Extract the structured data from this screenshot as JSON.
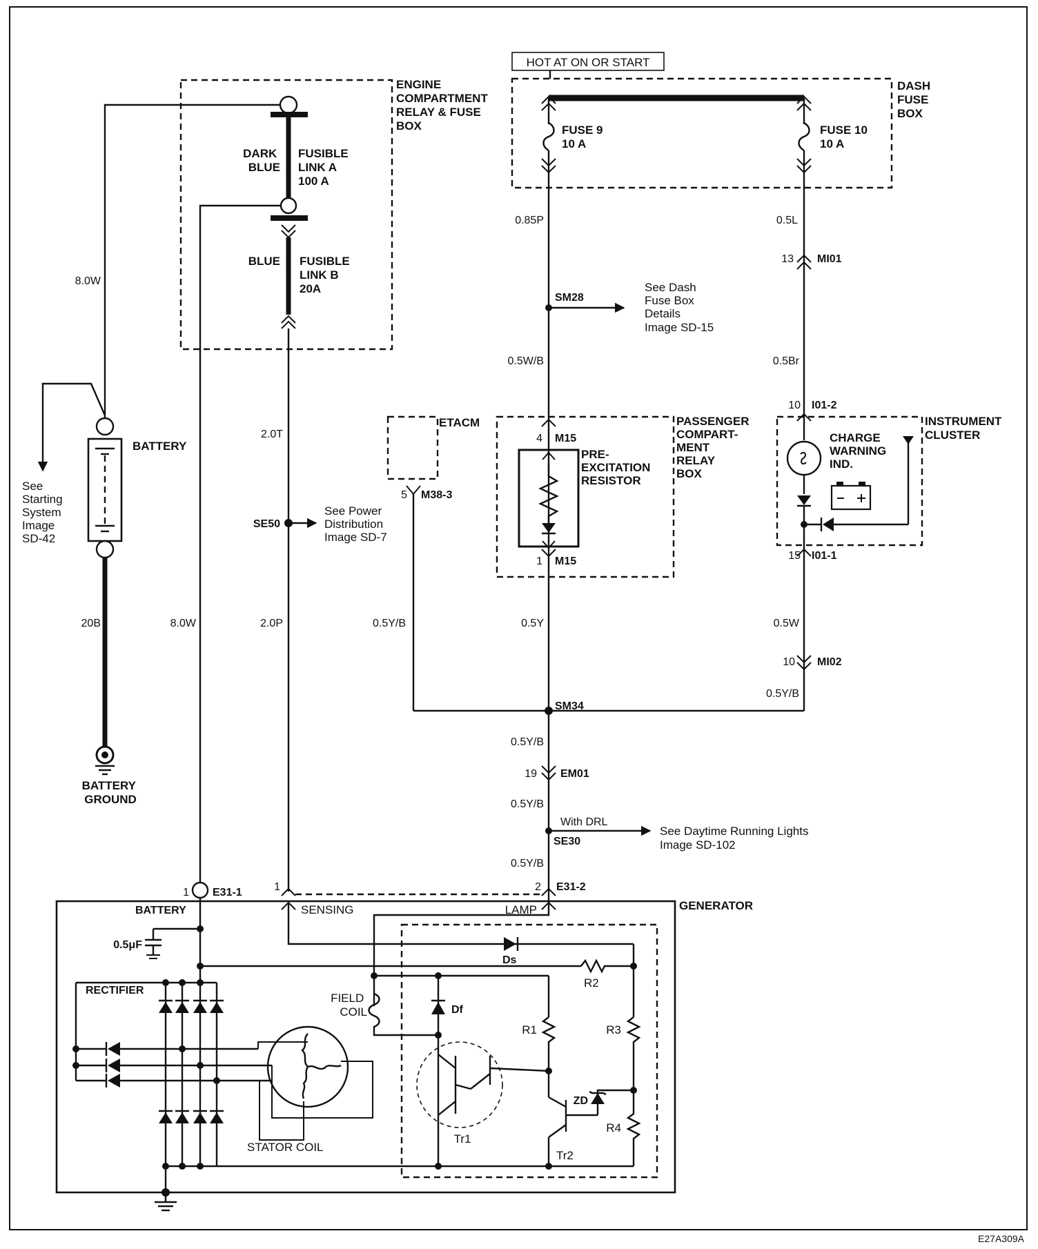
{
  "boxes": {
    "engine_box": [
      "ENGINE",
      "COMPARTMENT",
      "RELAY & FUSE",
      "BOX"
    ],
    "dash_fuse_box": [
      "DASH",
      "FUSE",
      "BOX"
    ],
    "passenger_box": [
      "PASSENGER",
      "COMPART-",
      "MENT",
      "RELAY",
      "BOX"
    ],
    "instrument_cluster": [
      "INSTRUMENT",
      "CLUSTER"
    ],
    "etacm": "ETACM",
    "generator": "GENERATOR"
  },
  "hot_label": "HOT AT ON OR START",
  "fuses": {
    "fuse9": [
      "FUSE 9",
      "10 A"
    ],
    "fuse10": [
      "FUSE 10",
      "10 A"
    ]
  },
  "fusible_links": {
    "a_color": [
      "DARK",
      "BLUE"
    ],
    "a_label": [
      "FUSIBLE",
      "LINK A",
      "100 A"
    ],
    "b_color": "BLUE",
    "b_label": [
      "FUSIBLE",
      "LINK B",
      "20A"
    ]
  },
  "battery": {
    "label": "BATTERY",
    "ground": [
      "BATTERY",
      "GROUND"
    ],
    "see_starting": [
      "See",
      "Starting",
      "System",
      "Image",
      "SD-42"
    ]
  },
  "wires": {
    "w_8ow_top": "8.0W",
    "w_20b": "20B",
    "w_8ow_bottom": "8.0W",
    "w_2ot": "2.0T",
    "w_2op": "2.0P",
    "w_085p": "0.85P",
    "w_05wb": "0.5W/B",
    "w_05yb_left": "0.5Y/B",
    "w_05y": "0.5Y",
    "w_05l": "0.5L",
    "w_05br": "0.5Br",
    "w_05w": "0.5W",
    "w_05yb_right": "0.5Y/B",
    "w_05yb_a": "0.5Y/B",
    "w_05yb_b": "0.5Y/B",
    "w_05yb_c": "0.5Y/B"
  },
  "splices": {
    "se50": "SE50",
    "sm28": "SM28",
    "sm34": "SM34",
    "se30": "SE30"
  },
  "references": {
    "power_dist": [
      "See Power",
      "Distribution",
      "Image   SD-7"
    ],
    "dash_fuse": [
      "See Dash",
      "Fuse Box",
      "Details",
      "Image   SD-15"
    ],
    "drl_condition": "With DRL",
    "drl": [
      "See Daytime Running Lights",
      "Image   SD-102"
    ]
  },
  "connectors": {
    "m15_top": {
      "pin": "4",
      "name": "M15"
    },
    "m15_bot": {
      "pin": "1",
      "name": "M15"
    },
    "m38": {
      "pin": "5",
      "name": "M38-3"
    },
    "mi01": {
      "pin": "13",
      "name": "MI01"
    },
    "i01_2": {
      "pin": "10",
      "name": "I01-2"
    },
    "i01_1": {
      "pin": "15",
      "name": "I01-1"
    },
    "mi02": {
      "pin": "10",
      "name": "MI02"
    },
    "em01": {
      "pin": "19",
      "name": "EM01"
    },
    "e31_1": {
      "pin": "1",
      "name": "E31-1"
    },
    "e31_sense_pin": "1",
    "e31_2": {
      "pin": "2",
      "name": "E31-2"
    }
  },
  "components": {
    "pre_excitation": [
      "PRE-",
      "EXCITATION",
      "RESISTOR"
    ],
    "charge_warning": [
      "CHARGE",
      "WARNING",
      "IND."
    ]
  },
  "generator": {
    "battery_term": "BATTERY",
    "sensing_term": "SENSING",
    "lamp_term": "LAMP",
    "capacitor": "0.5μF",
    "rectifier": "RECTIFIER",
    "stator": "STATOR COIL",
    "field_coil": [
      "FIELD",
      "COIL"
    ],
    "ds": "Ds",
    "df": "Df",
    "r1": "R1",
    "r2": "R2",
    "r3": "R3",
    "r4": "R4",
    "zd": "ZD",
    "tr1": "Tr1",
    "tr2": "Tr2"
  },
  "figure_code": "E27A309A"
}
